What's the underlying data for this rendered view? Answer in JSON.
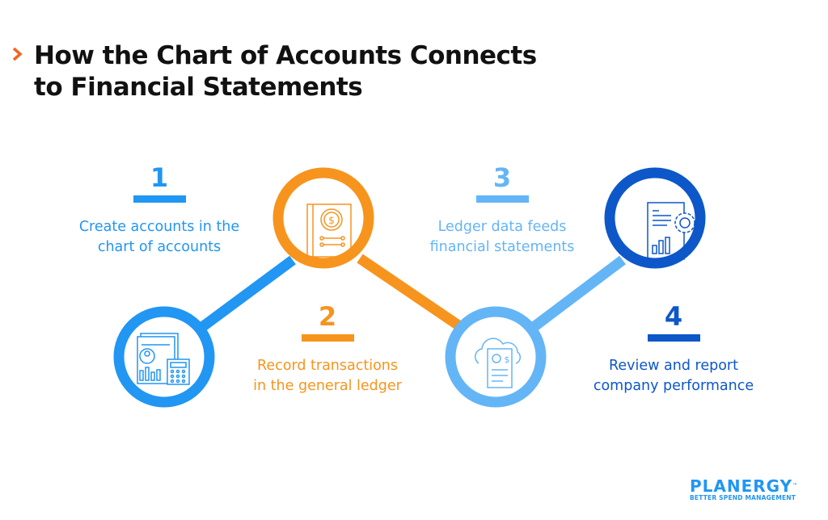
{
  "title": {
    "line1": "How the Chart of Accounts Connects",
    "line2": "to Financial Statements"
  },
  "colors": {
    "accent": "#f26522",
    "step1": "#2196f3",
    "step2": "#f7941d",
    "step3": "#64b5f6",
    "step4": "#0d57c9"
  },
  "steps": [
    {
      "number": "1",
      "line1": "Create accounts in the",
      "line2": "chart of accounts",
      "icon": "report-calculator-icon"
    },
    {
      "number": "2",
      "line1": "Record transactions",
      "line2": "in the general ledger",
      "icon": "ledger-book-icon"
    },
    {
      "number": "3",
      "line1": "Ledger data feeds",
      "line2": "financial statements",
      "icon": "cloud-document-icon"
    },
    {
      "number": "4",
      "line1": "Review and report",
      "line2": "company performance",
      "icon": "report-gear-icon"
    }
  ],
  "logo": {
    "brand": "PLANERGY",
    "tm": "™",
    "tagline": "BETTER SPEND MANAGEMENT"
  }
}
